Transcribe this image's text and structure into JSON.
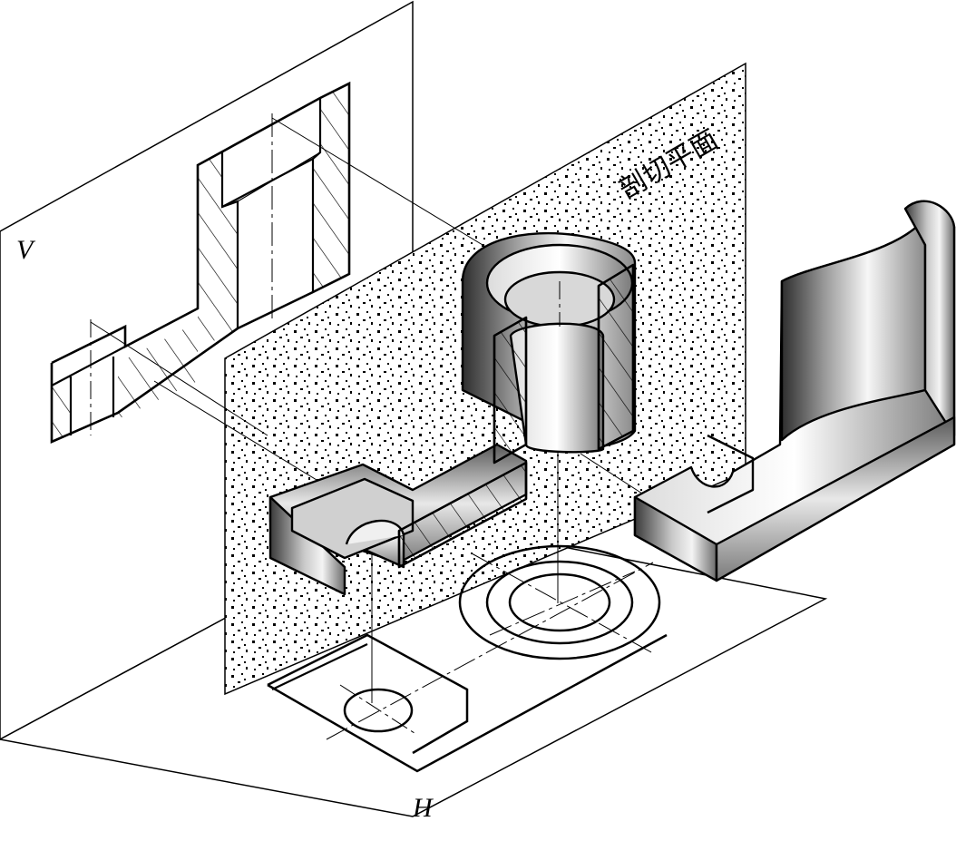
{
  "labels": {
    "v_plane": "V",
    "h_plane": "H",
    "cutting_plane": "剖切平面"
  },
  "colors": {
    "line": "#000000",
    "paper": "#ffffff",
    "metal_dark": "#3a3a3a",
    "metal_mid": "#8c8c8c",
    "metal_light": "#f2f2f2"
  }
}
